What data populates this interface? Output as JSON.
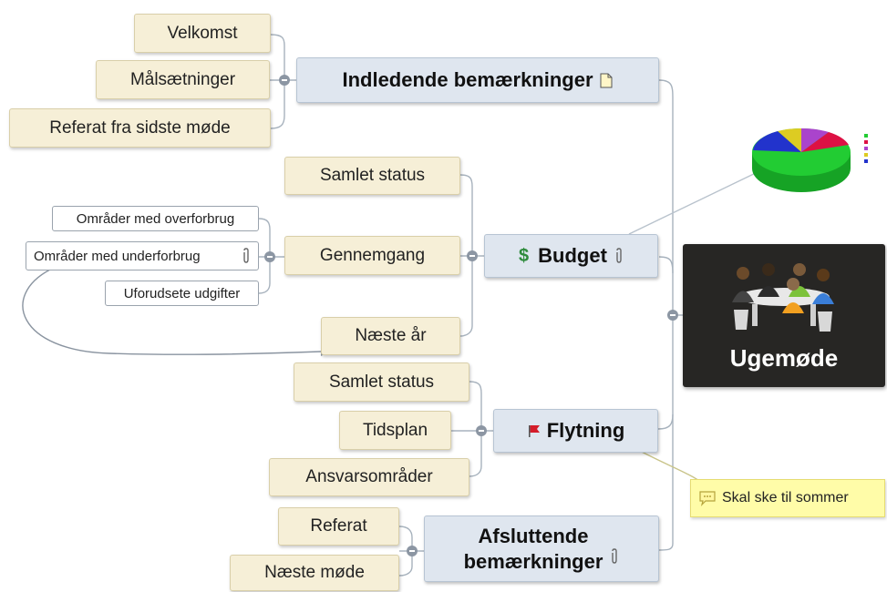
{
  "central": {
    "title": "Ugemøde"
  },
  "topics": {
    "intro": {
      "label": "Indledende bemærkninger",
      "children": [
        "Velkomst",
        "Målsætninger",
        "Referat fra sidste møde"
      ]
    },
    "budget": {
      "label": "Budget",
      "children": [
        "Samlet status",
        "Gennemgang",
        "Næste år"
      ],
      "review_children": [
        "Områder med overforbrug",
        "Områder med underforbrug",
        "Uforudsete udgifter"
      ]
    },
    "moving": {
      "label": "Flytning",
      "children": [
        "Samlet status",
        "Tidsplan",
        "Ansvarsområder"
      ]
    },
    "closing": {
      "label_line1": "Afsluttende",
      "label_line2": "bemærkninger",
      "children": [
        "Referat",
        "Næste møde"
      ]
    }
  },
  "callout": {
    "text": "Skal ske til sommer"
  },
  "icons": {
    "intro": "document-icon",
    "budget": "dollar-icon",
    "attachment": "paperclip-icon",
    "moving": "red-flag-icon",
    "callout": "speech-bubble-icon"
  },
  "colors": {
    "central_bg": "#272624",
    "main_bg": "#dfe6ef",
    "sub_bg": "#f6efd7",
    "callout_bg": "#fffca8",
    "pie_green": "#22cc33",
    "pie_red": "#dd1144",
    "pie_purple": "#aa44cc",
    "pie_yellow": "#ddcc22",
    "pie_blue": "#2233cc"
  }
}
